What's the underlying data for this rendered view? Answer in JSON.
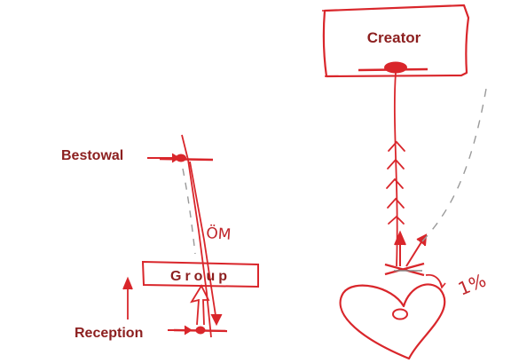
{
  "labels": {
    "creator": "Creator",
    "bestowal": "Bestowal",
    "reception": "Reception",
    "group": "Group",
    "om": "ÖM",
    "percent": "1%",
    "heart_symbol": "o"
  },
  "colors": {
    "ink_red": "#d9262b",
    "label_dark_red": "#8c1f1f",
    "dashed_gray": "#999999",
    "background": "#ffffff"
  }
}
